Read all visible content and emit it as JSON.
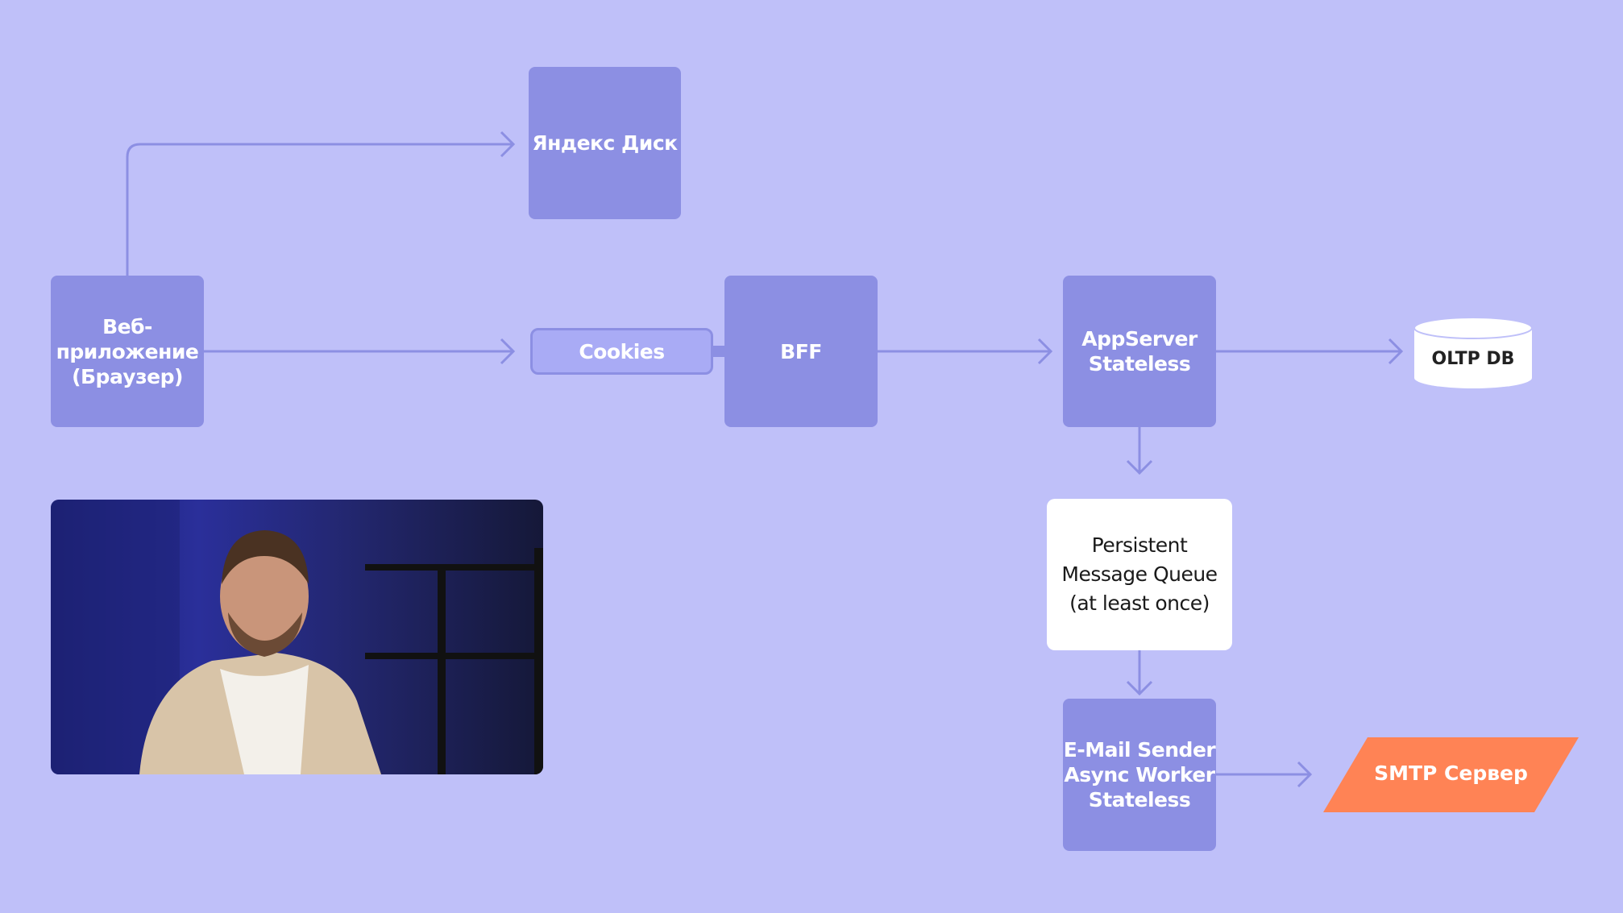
{
  "nodes": {
    "yandex_disk": "Яндекс Диск",
    "web_app": "Веб-\nприложение\n(Браузер)",
    "cookies": "Cookies",
    "bff": "BFF",
    "app_server": "AppServer\nStateless",
    "oltp_db": "OLTP DB",
    "queue": "Persistent\nMessage Queue\n(at least once)",
    "email_sender": "E-Mail Sender\nAsync Worker\nStateless",
    "smtp": "SMTP Сервер"
  },
  "colors": {
    "background": "#bfc0f9",
    "box": "#8c8fe3",
    "accent": "#ff8355"
  }
}
